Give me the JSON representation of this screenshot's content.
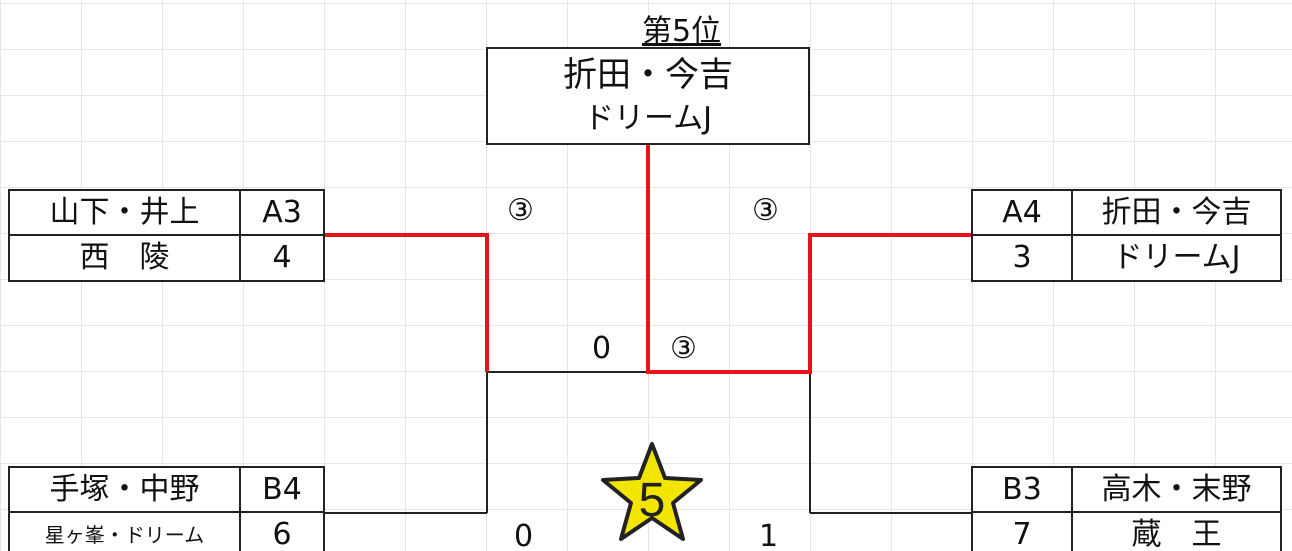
{
  "winner_box": {
    "rank_label": "第5位",
    "line1": "折田・今吉",
    "line2": "ドリームJ"
  },
  "teams": {
    "left_top": {
      "players": "山下・井上",
      "club": "西　陵",
      "seed": "A3",
      "number": "4"
    },
    "left_bottom": {
      "players": "手塚・中野",
      "club": "星ヶ峯・ドリーム",
      "seed": "B4",
      "number": "6"
    },
    "right_top": {
      "players": "折田・今吉",
      "club": "ドリームJ",
      "seed": "A4",
      "number": "3"
    },
    "right_bottom": {
      "players": "高木・末野",
      "club": "蔵　王",
      "seed": "B3",
      "number": "7"
    }
  },
  "scores": {
    "semi_left_top": "③",
    "semi_right_top": "③",
    "final_left": "0",
    "final_right": "③",
    "semi_left_bottom": "0",
    "semi_right_bottom": "1"
  },
  "badge": {
    "label": "5",
    "fill": "#f2e600",
    "stroke": "#222222"
  },
  "colors": {
    "winner_line": "#e8141c",
    "line": "#222222",
    "grid": "#e6e6e6"
  }
}
